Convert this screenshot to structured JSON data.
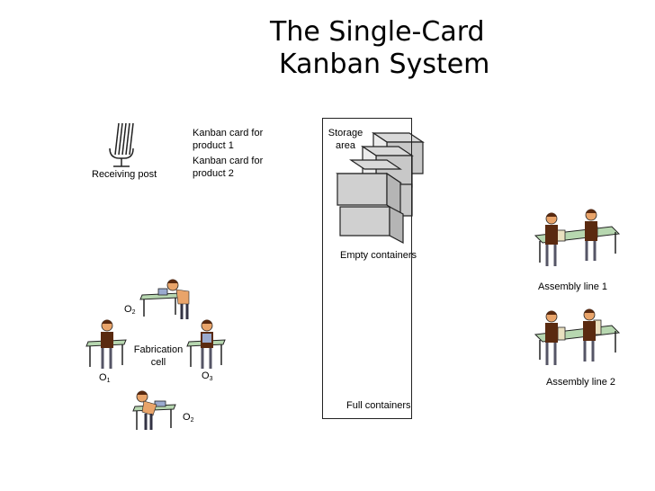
{
  "title": {
    "line1": "The Single-Card",
    "line2": "Kanban System"
  },
  "receiving_post": {
    "label": "Receiving post"
  },
  "kanban_cards": [
    {
      "line1": "Kanban card for",
      "line2": "product 1"
    },
    {
      "line1": "Kanban card for",
      "line2": "product 2"
    }
  ],
  "storage": {
    "label_line1": "Storage",
    "label_line2": "area",
    "empty_label": "Empty containers",
    "full_label": "Full containers"
  },
  "assembly_lines": [
    "Assembly line 1",
    "Assembly line 2"
  ],
  "fabrication": {
    "label_line1": "Fabrication",
    "label_line2": "cell",
    "operators": [
      {
        "base": "O",
        "sub": "2"
      },
      {
        "base": "O",
        "sub": "1"
      },
      {
        "base": "O",
        "sub": "3"
      },
      {
        "base": "O",
        "sub": "2"
      }
    ]
  },
  "colors": {
    "line": "#222222",
    "figure_dark": "#5a2a10",
    "skin": "#e9a46a",
    "table": "#b7d7b0",
    "container": "#d9d9d9"
  }
}
